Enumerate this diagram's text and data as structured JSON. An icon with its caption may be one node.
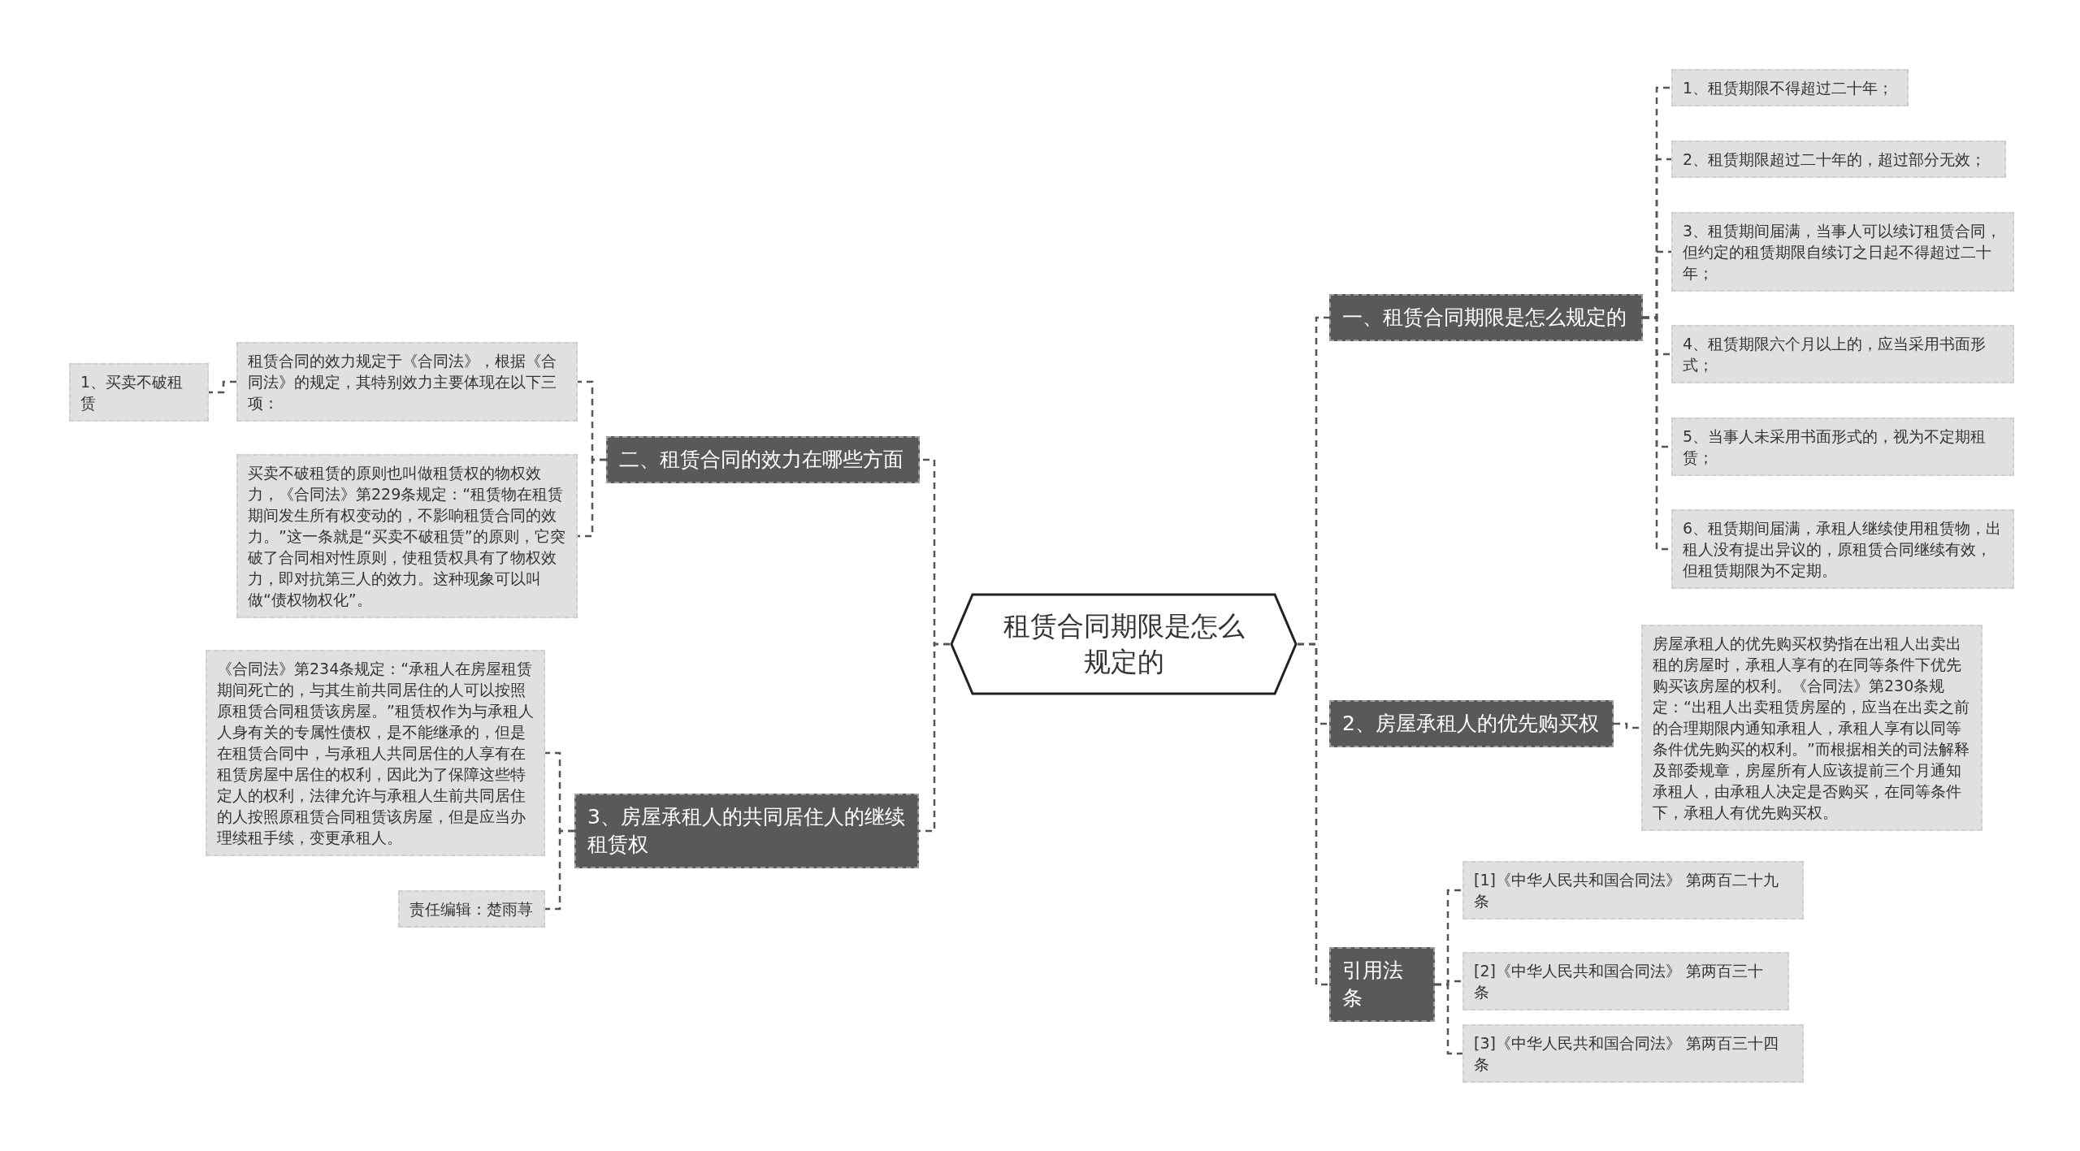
{
  "diagram": {
    "nodes": [
      {
        "text": [
          "租赁合同期限是怎么规定的"
        ]
      },
      {
        "text": [
          "一、租赁合同期限是怎么规定的"
        ]
      },
      {
        "text": [
          "1、租赁期限不得超过二十年；"
        ]
      },
      {
        "text": [
          "2、租赁期限超过二十年的，超过部分无效；"
        ]
      },
      {
        "text": [
          "3、租赁期间届满，当事人可以续订租赁合同，但约定的租赁期限自续订之日起不得超过二十年；"
        ]
      },
      {
        "text": [
          "4、租赁期限六个月以上的，应当采用书面形式；"
        ]
      },
      {
        "text": [
          "5、当事人未采用书面形式的，视为不定期租赁；"
        ]
      },
      {
        "text": [
          "6、租赁期间届满，承租人继续使用租赁物，出租人没有提出异议的，原租赁合同继续有效，但租赁期限为不定期。"
        ]
      },
      {
        "text": [
          "2、房屋承租人的优先购买权"
        ]
      },
      {
        "text": [
          "房屋承租人的优先购买权势指在出租人出卖出租的房屋时，承租人享有的在同等条件下优先购买该房屋的权利。《合同法》第230条规定：“出租人出卖租赁房屋的，应当在出卖之前的合理期限内通知承租人，承租人享有以同等条件优先购买的权利。”而根据相关的司法解释及部委规章，房屋所有人应该提前三个月通知承租人，由承租人决定是否购买，在同等条件下，承租人有优先购买权。"
        ]
      },
      {
        "text": [
          "引用法条"
        ]
      },
      {
        "text": [
          "[1]《中华人民共和国合同法》 第两百二十九条"
        ]
      },
      {
        "text": [
          "[2]《中华人民共和国合同法》 第两百三十条"
        ]
      },
      {
        "text": [
          "[3]《中华人民共和国合同法》 第两百三十四条"
        ]
      },
      {
        "text": [
          "二、租赁合同的效力在哪些方面"
        ]
      },
      {
        "text": [
          "租赁合同的效力规定于《合同法》，根据《合同法》的规定，其特别效力主要体现在以下三项："
        ]
      },
      {
        "text": [
          "1、买卖不破租赁"
        ]
      },
      {
        "text": [
          "买卖不破租赁的原则也叫做租赁权的物权效力，《合同法》第229条规定：“租赁物在租赁期间发生所有权变动的，不影响租赁合同的效力。”这一条就是“买卖不破租赁”的原则，它突破了合同相对性原则，使租赁权具有了物权效力，即对抗第三人的效力。这种现象可以叫做“债权物权化”。"
        ]
      },
      {
        "text": [
          "3、房屋承租人的共同居住人的继续租赁权"
        ]
      },
      {
        "text": [
          "《合同法》第234条规定：“承租人在房屋租赁期间死亡的，与其生前共同居住的人可以按照原租赁合同租赁该房屋。”租赁权作为与承租人人身有关的专属性债权，是不能继承的，但是在租赁合同中，与承租人共同居住的人享有在租赁房屋中居住的权利，因此为了保障这些特定人的权利，法律允许与承租人生前共同居住的人按照原租赁合同租赁该房屋，但是应当办理续租手续，变更承租人。"
        ]
      },
      {
        "text": [
          "责任编辑：楚雨荨"
        ]
      }
    ],
    "edges": [
      {
        "from": 0,
        "to": 1,
        "arrow": "none",
        "style": "dashed"
      },
      {
        "from": 1,
        "to": 2,
        "arrow": "none",
        "style": "dashed"
      },
      {
        "from": 1,
        "to": 3,
        "arrow": "none",
        "style": "dashed"
      },
      {
        "from": 1,
        "to": 4,
        "arrow": "none",
        "style": "dashed"
      },
      {
        "from": 1,
        "to": 5,
        "arrow": "none",
        "style": "dashed"
      },
      {
        "from": 1,
        "to": 6,
        "arrow": "none",
        "style": "dashed"
      },
      {
        "from": 1,
        "to": 7,
        "arrow": "none",
        "style": "dashed"
      },
      {
        "from": 0,
        "to": 8,
        "arrow": "none",
        "style": "dashed"
      },
      {
        "from": 8,
        "to": 9,
        "arrow": "none",
        "style": "dashed"
      },
      {
        "from": 0,
        "to": 10,
        "arrow": "none",
        "style": "dashed"
      },
      {
        "from": 10,
        "to": 11,
        "arrow": "none",
        "style": "dashed"
      },
      {
        "from": 10,
        "to": 12,
        "arrow": "none",
        "style": "dashed"
      },
      {
        "from": 10,
        "to": 13,
        "arrow": "none",
        "style": "dashed"
      },
      {
        "from": 0,
        "to": 14,
        "arrow": "none",
        "style": "dashed"
      },
      {
        "from": 14,
        "to": 15,
        "arrow": "none",
        "style": "dashed"
      },
      {
        "from": 15,
        "to": 16,
        "arrow": "none",
        "style": "dashed"
      },
      {
        "from": 14,
        "to": 17,
        "arrow": "none",
        "style": "dashed"
      },
      {
        "from": 0,
        "to": 18,
        "arrow": "none",
        "style": "dashed"
      },
      {
        "from": 18,
        "to": 19,
        "arrow": "none",
        "style": "dashed"
      },
      {
        "from": 18,
        "to": 20,
        "arrow": "none",
        "style": "dashed"
      }
    ]
  }
}
